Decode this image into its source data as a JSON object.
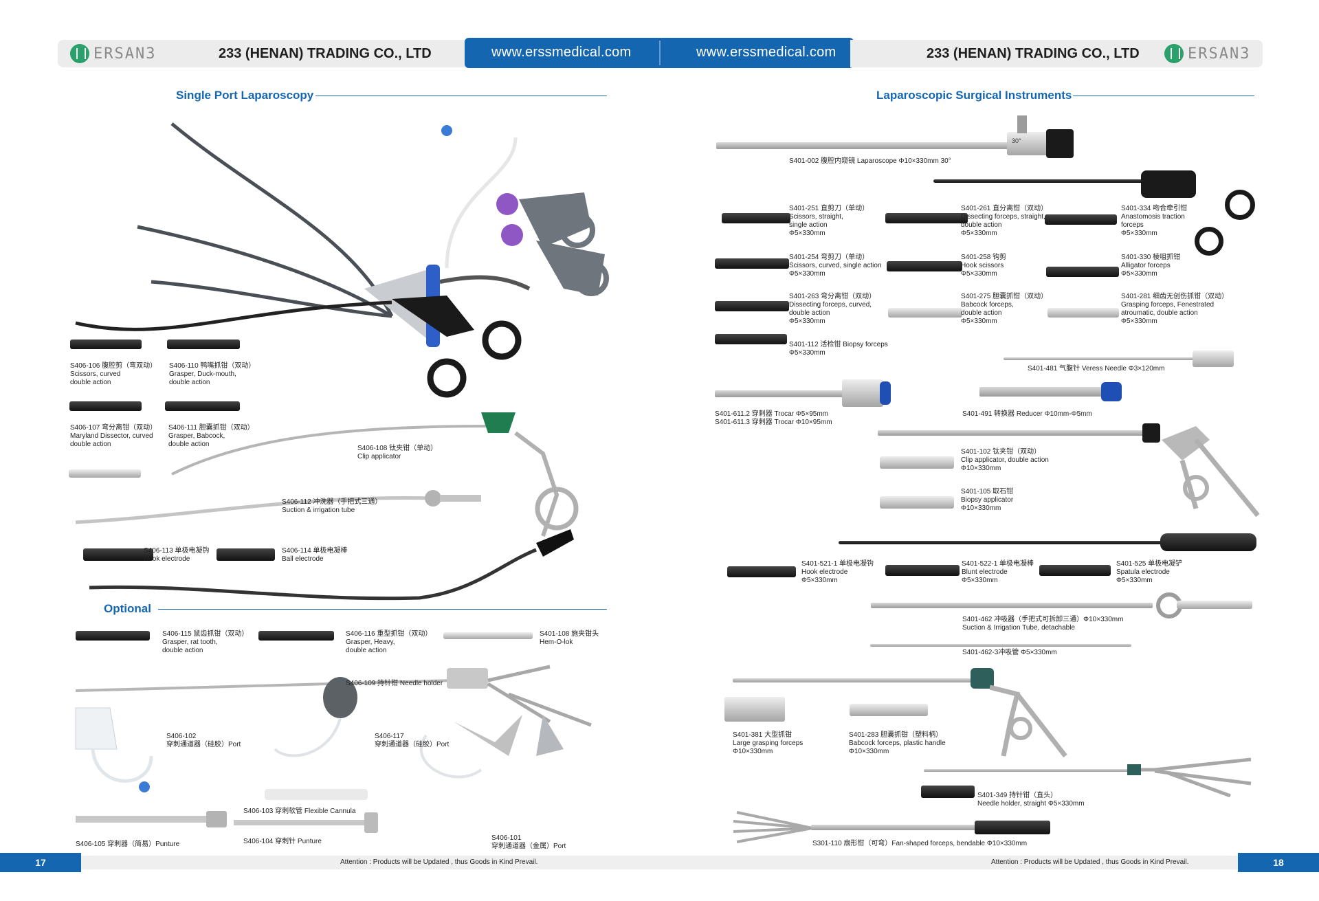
{
  "header": {
    "logo_text": "ERSAN3",
    "company": "233 (HENAN) TRADING CO., LTD",
    "url": "www.erssmedical.com"
  },
  "colors": {
    "brand_blue": "#1566b0",
    "logo_green": "#2aa06a",
    "header_grey": "#ececec"
  },
  "left_page": {
    "section_title": "Single Port Laparoscopy",
    "optional_title": "Optional",
    "page_number": "17",
    "attention": "Attention : Products will be Updated , thus Goods in Kind Prevail."
  },
  "right_page": {
    "section_title": "Laparoscopic Surgical Instruments",
    "page_number": "18",
    "attention": "Attention : Products will be Updated , thus Goods in Kind Prevail."
  },
  "captions": {
    "s406_106": [
      "S406-106 腹腔剪（弯双动）",
      "Scissors, curved",
      "double action"
    ],
    "s406_110": [
      "S406-110 鸭嘴抓钳（双动）",
      "Grasper, Duck-mouth,",
      "double action"
    ],
    "s406_107": [
      "S406-107 弯分离钳（双动）",
      "Maryland Dissector, curved",
      "double action"
    ],
    "s406_111": [
      "S406-111 胆囊抓钳（双动）",
      "Grasper, Babcock,",
      "double action"
    ],
    "s406_108": [
      "S406-108 钛夹钳（单动）",
      "Clip applicator"
    ],
    "s406_112": [
      "S406-112 冲洗器（手把式三通）",
      "Suction & irrigation tube"
    ],
    "s406_113": [
      "S406-113 单极电凝钩",
      "Hook electrode"
    ],
    "s406_114": [
      "S406-114 单极电凝棒",
      "Ball electrode"
    ],
    "s406_115": [
      "S406-115 鼠齿抓钳（双动）",
      "Grasper, rat tooth,",
      "double action"
    ],
    "s406_116": [
      "S406-116 重型抓钳（双动）",
      "Grasper, Heavy,",
      "double action"
    ],
    "s401_108": [
      "S401-108 施夹钳头",
      "Hem-O-lok"
    ],
    "s406_109": [
      "S406-109 持针钳 Needle holder"
    ],
    "s406_102": [
      "S406-102",
      "穿刺通道器（硅胶）Port"
    ],
    "s406_117": [
      "S406-117",
      "穿刺通道器（硅胶）Port"
    ],
    "s406_103": [
      "S406-103 穿刺软管 Flexible Cannula"
    ],
    "s406_104": [
      "S406-104 穿刺针 Punture"
    ],
    "s406_105": [
      "S406-105 穿刺器（简易）Punture"
    ],
    "s406_101": [
      "S406-101",
      "穿刺通道器（金属）Port"
    ],
    "s401_002": [
      "S401-002 腹腔内窥镜 Laparoscope Φ10×330mm 30°"
    ],
    "scope_angle": "30°",
    "s401_251": [
      "S401-251 直剪刀（单动）",
      "Scissors, straight,",
      "single action",
      "Φ5×330mm"
    ],
    "s401_261": [
      "S401-261 直分离钳（双动）",
      "Dissecting forceps, straight,",
      "double action",
      "Φ5×330mm"
    ],
    "s401_334": [
      "S401-334 吻合牵引钳",
      "Anastomosis traction",
      "forceps",
      "Φ5×330mm"
    ],
    "s401_254": [
      "S401-254 弯剪刀（单动）",
      "Scissors, curved, single action",
      "Φ5×330mm"
    ],
    "s401_258": [
      "S401-258 钩剪",
      "Hook scissors",
      "Φ5×330mm"
    ],
    "s401_330": [
      "S401-330 棱咀抓钳",
      "Alligator forceps",
      "Φ5×330mm"
    ],
    "s401_263": [
      "S401-263 弯分离钳（双动）",
      "Dissecting forceps, curved,",
      "double action",
      "Φ5×330mm"
    ],
    "s401_275": [
      "S401-275 胆囊抓钳（双动）",
      "Babcock forceps,",
      "double action",
      "Φ5×330mm"
    ],
    "s401_281": [
      "S401-281 细齿无创伤抓钳（双动）",
      "Grasping forceps, Fenestrated",
      "atroumatic, double action",
      "Φ5×330mm"
    ],
    "s401_112": [
      "S401-112 活检钳 Biopsy forceps",
      "Φ5×330mm"
    ],
    "s401_481": [
      "S401-481 气腹针 Veress Needle Φ3×120mm"
    ],
    "s401_611": [
      "S401-611.2 穿刺器 Trocar Φ5×95mm",
      "S401-611.3 穿刺器 Trocar Φ10×95mm"
    ],
    "s401_491": [
      "S401-491 转换器 Reducer Φ10mm-Φ5mm"
    ],
    "s401_102": [
      "S401-102 钛夹钳（双动）",
      "Clip applicator, double action",
      "Φ10×330mm"
    ],
    "s401_105": [
      "S401-105 取石钳",
      "Biopsy applicator",
      "Φ10×330mm"
    ],
    "s401_521": [
      "S401-521-1 单极电凝钩",
      "Hook electrode",
      "Φ5×330mm"
    ],
    "s401_522": [
      "S401-522-1 单极电凝棒",
      "Blunt electrode",
      "Φ5×330mm"
    ],
    "s401_525": [
      "S401-525 单极电凝铲",
      "Spatula electrode",
      "Φ5×330mm"
    ],
    "s401_462": [
      "S401-462 冲吸器（手把式可拆卸三通）Φ10×330mm",
      "Suction & Irrigation Tube, detachable"
    ],
    "s401_462_3": [
      "S401-462-3冲吸管 Φ5×330mm"
    ],
    "s401_381": [
      "S401-381 大型抓钳",
      "Large grasping forceps",
      "Φ10×330mm"
    ],
    "s401_283": [
      "S401-283 胆囊抓钳（塑料柄）",
      "Babcock forceps, plastic handle",
      "Φ10×330mm"
    ],
    "s401_349": [
      "S401-349 持针钳（直头）",
      "Needle holder, straight Φ5×330mm"
    ],
    "s301_110": [
      "S301-110 扇形钳（可弯）Fan-shaped forceps, bendable  Φ10×330mm"
    ]
  }
}
